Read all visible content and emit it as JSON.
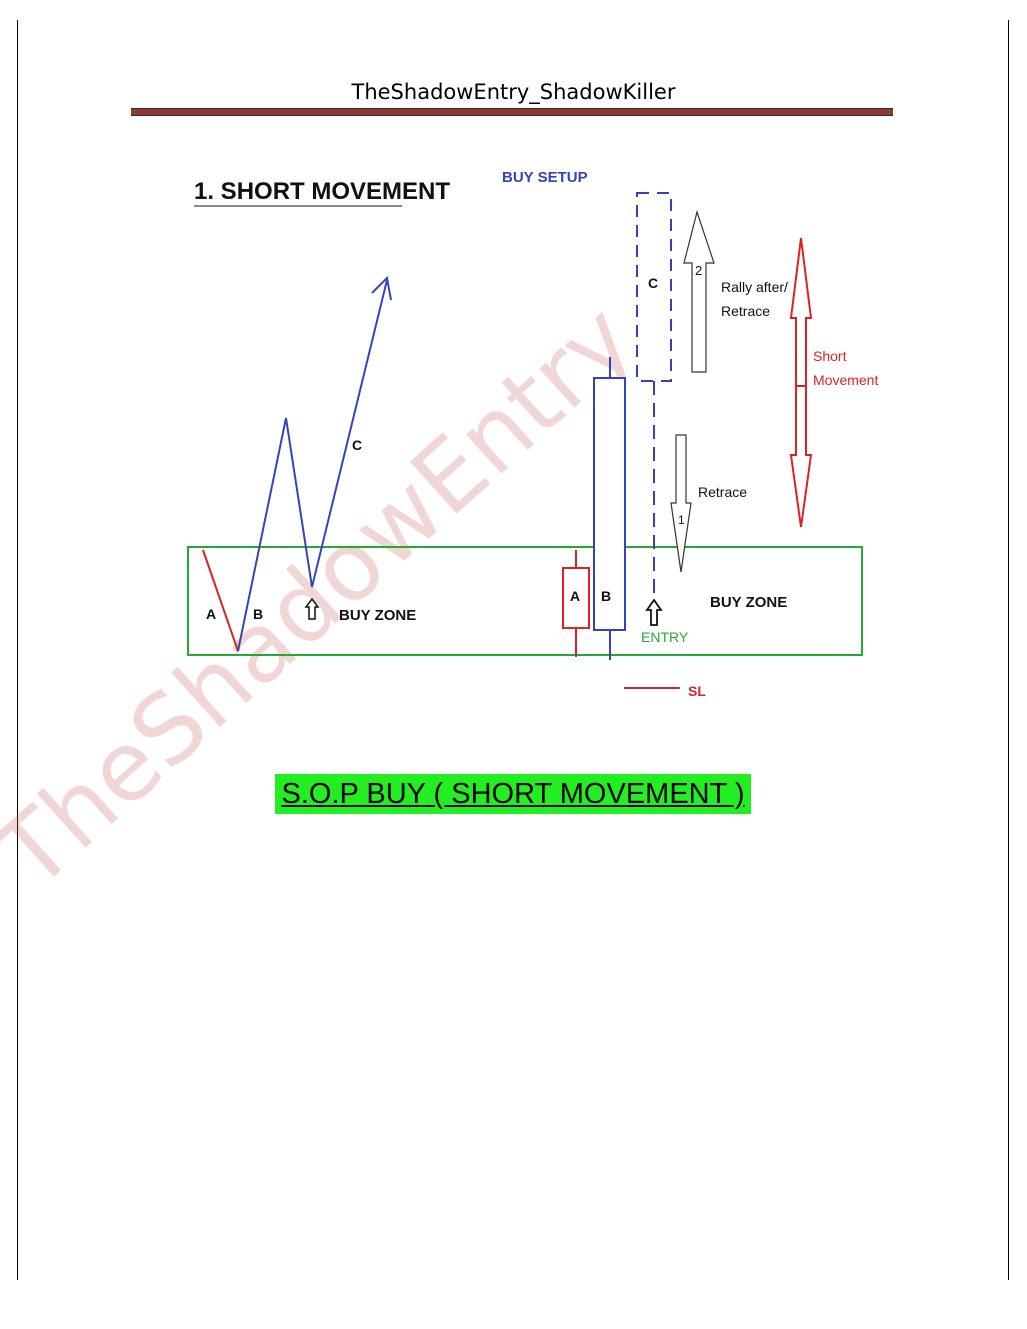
{
  "header": {
    "title": "TheShadowEntry_ShadowKiller"
  },
  "diagram": {
    "heading": "1. SHORT MOVEMENT",
    "setup_label": "BUY SETUP",
    "wave_labels": {
      "a": "A",
      "b": "B",
      "c": "C"
    },
    "left_zone_label": "BUY ZONE",
    "right_zone_label": "BUY ZONE",
    "candle_a_label": "A",
    "candle_b_label": "B",
    "candle_c_label": "C",
    "rally_number": "2",
    "rally_text_line1": "Rally after/",
    "rally_text_line2": "Retrace",
    "retrace_number": "1",
    "retrace_text": "Retrace",
    "short_text_line1": "Short",
    "short_text_line2": "Movement",
    "entry_label": "ENTRY",
    "sl_label": "SL"
  },
  "watermark": "TheShadowEntry",
  "caption": "S.O.P BUY ( SHORT MOVEMENT )",
  "colors": {
    "blue": "#3344bb",
    "red": "#dd2222",
    "green": "#22aa33",
    "caption_bg": "#22ee22"
  }
}
